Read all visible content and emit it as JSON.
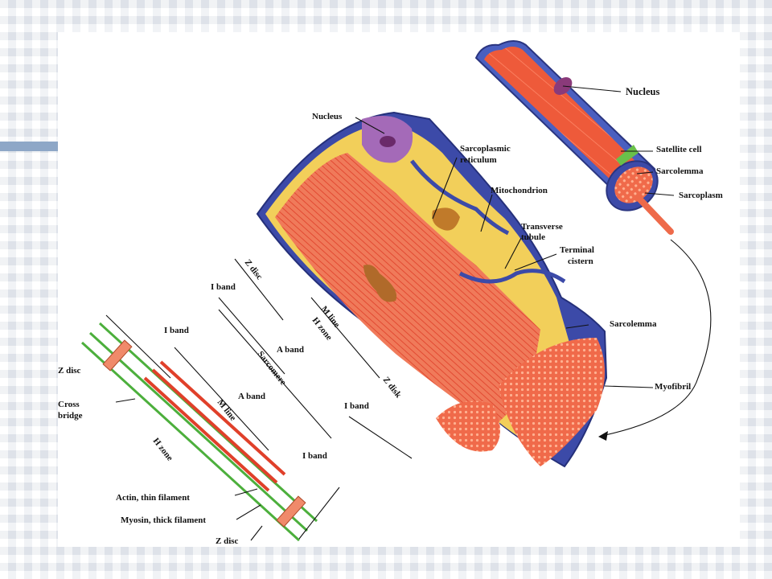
{
  "labels": {
    "nucleus_top": "Nucleus",
    "satellite_cell": "Satellite cell",
    "sarcolemma_top": "Sarcolemma",
    "sarcoplasm": "Sarcoplasm",
    "nucleus_mid": "Nucleus",
    "sarcoplasmic_reticulum_1": "Sarcoplasmic",
    "sarcoplasmic_reticulum_2": "reticulum",
    "mitochondrion": "Mitochondrion",
    "transverse_tubule_1": "Transverse",
    "transverse_tubule_2": "tubule",
    "terminal_cistern_1": "Terminal",
    "terminal_cistern_2": "cistern",
    "sarcolemma_mid": "Sarcolemma",
    "myofibril": "Myofibril",
    "z_disc_upper": "Z disc",
    "i_band_upper": "I band",
    "m_line_upper": "M line",
    "h_zone_upper": "H zone",
    "a_band_mid": "A band",
    "sarcomere": "Sarcomere",
    "z_disk_mid": "Z disk",
    "i_band_mid": "I band",
    "i_band_lower_left": "I band",
    "z_disc_left": "Z disc",
    "cross_bridge_1": "Cross",
    "cross_bridge_2": "bridge",
    "a_band_lower": "A band",
    "m_line_lower": "M line",
    "h_zone_lower": "H zone",
    "i_band_lower_right": "I band",
    "actin": "Actin, thin filament",
    "myosin": "Myosin, thick filament",
    "z_disc_bottom": "Z disc"
  },
  "colors": {
    "muscle_red": "#e8523c",
    "membrane_blue": "#3c4aa8",
    "sarcoplasm_yellow": "#f2cf5a",
    "nucleus_purple": "#8a4a9a",
    "actin_green": "#4caf3c",
    "zdisc_salmon": "#f08a6a"
  }
}
